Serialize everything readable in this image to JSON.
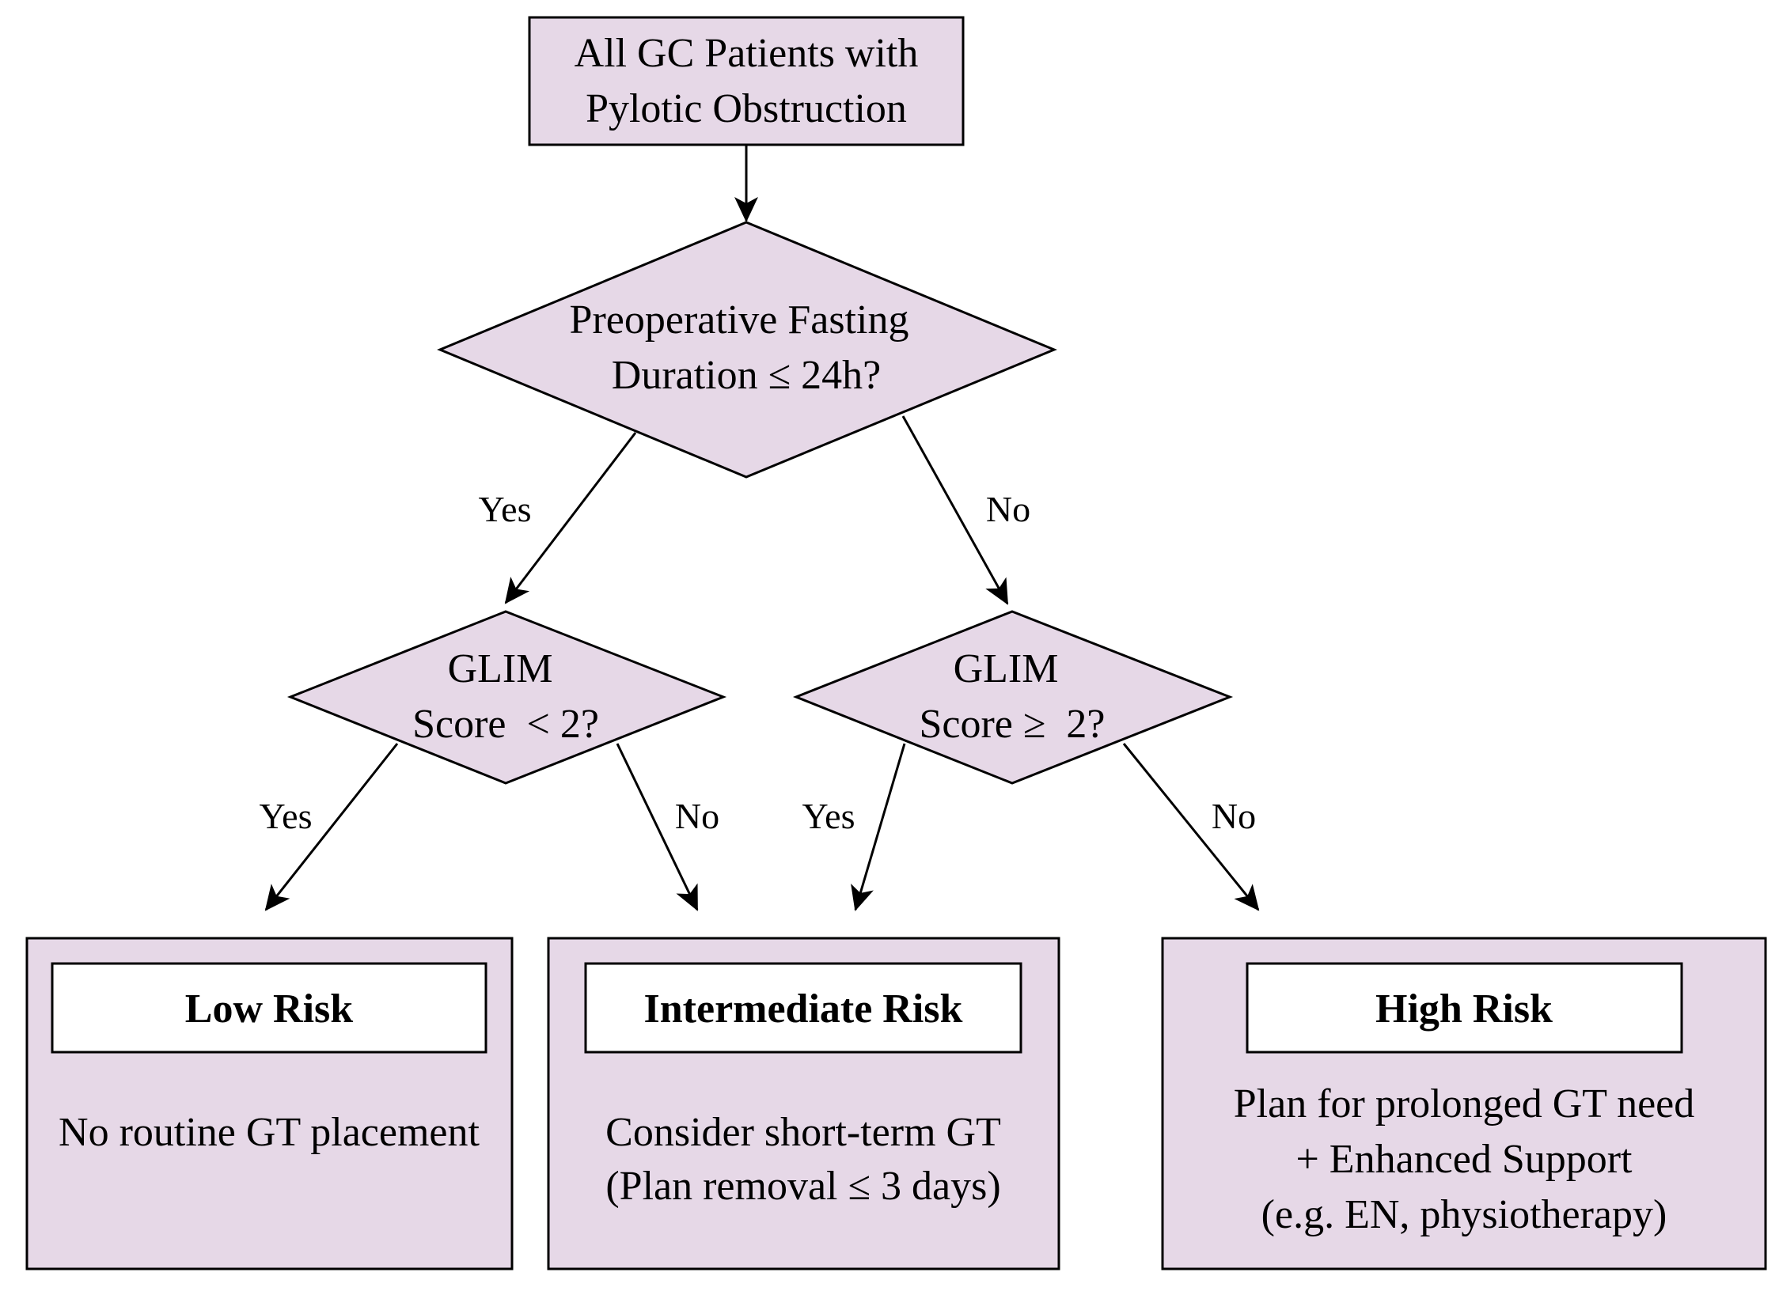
{
  "colors": {
    "node_fill": "#e6d8e7",
    "stroke": "#000000",
    "header_fill": "#ffffff"
  },
  "start": {
    "line1": "All GC Patients with",
    "line2": "Pylotic Obstruction"
  },
  "decision_fasting": {
    "line1": "Preoperative Fasting",
    "line2": "Duration ≤ 24h?"
  },
  "decision_glim_left": {
    "line1": "GLIM",
    "line2": "Score  < 2?"
  },
  "decision_glim_right": {
    "line1": "GLIM",
    "line2": "Score ≥  2?"
  },
  "edges": {
    "fasting_yes": "Yes",
    "fasting_no": "No",
    "glim_left_yes": "Yes",
    "glim_left_no": "No",
    "glim_right_yes": "Yes",
    "glim_right_no": "No"
  },
  "outcomes": {
    "low": {
      "title": "Low Risk",
      "line1": "No routine GT placement"
    },
    "intermediate": {
      "title": "Intermediate Risk",
      "line1": "Consider short-term GT",
      "line2": "(Plan removal ≤ 3 days)"
    },
    "high": {
      "title": "High Risk",
      "line1": "Plan for prolonged GT need",
      "line2": "+ Enhanced Support",
      "line3": "(e.g. EN, physiotherapy)"
    }
  }
}
